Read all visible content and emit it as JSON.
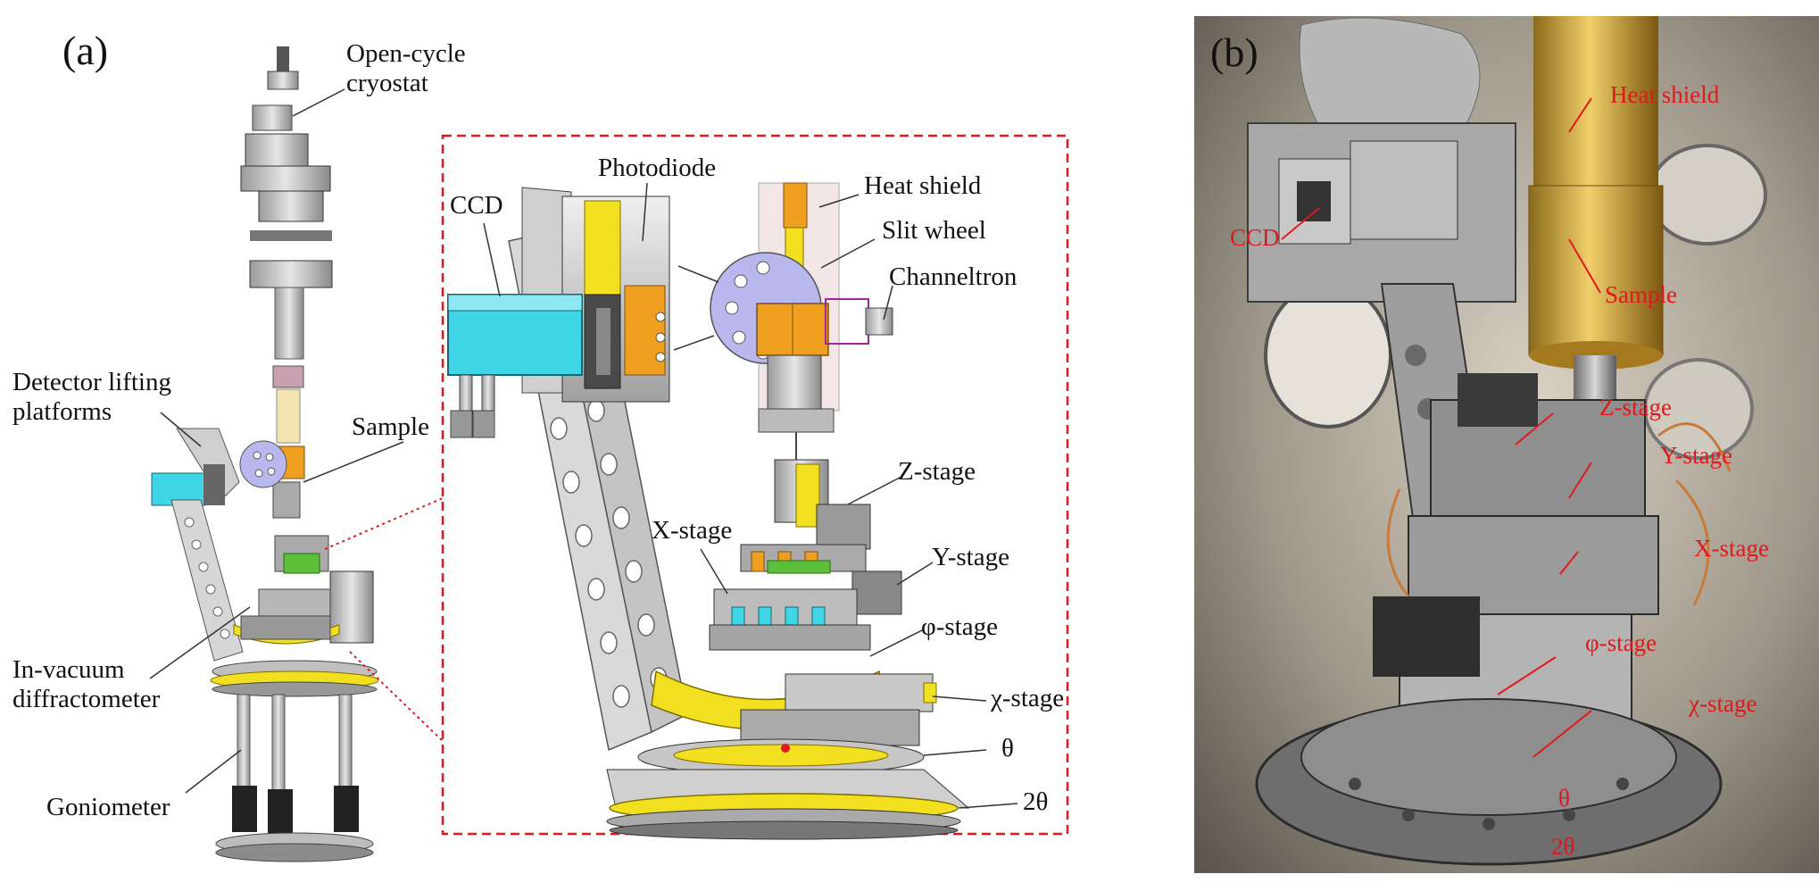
{
  "panel_a": {
    "letter": "(a)",
    "labels": {
      "open_cycle_cryostat": "Open-cycle\ncryostat",
      "detector_lifting_platforms": "Detector lifting\nplatforms",
      "sample": "Sample",
      "in_vacuum_diffractometer": "In-vacuum\ndiffractometer",
      "goniometer": "Goniometer",
      "ccd": "CCD",
      "photodiode": "Photodiode",
      "heat_shield": "Heat shield",
      "slit_wheel": "Slit wheel",
      "channeltron": "Channeltron",
      "z_stage": "Z-stage",
      "x_stage": "X-stage",
      "y_stage": "Y-stage",
      "phi_stage": "φ-stage",
      "chi_stage": "χ-stage",
      "theta": "θ",
      "two_theta": "2θ"
    }
  },
  "panel_b": {
    "letter": "(b)",
    "labels": {
      "heat_shield": "Heat shield",
      "ccd": "CCD",
      "sample": "Sample",
      "z_stage": "Z-stage",
      "y_stage": "Y-stage",
      "x_stage": "X-stage",
      "phi_stage": "φ-stage",
      "chi_stage": "χ-stage",
      "theta": "θ",
      "two_theta": "2θ"
    }
  },
  "colors": {
    "label_text": "#111111",
    "photo_label": "#e0191b",
    "dashed_box": "#e0191b",
    "ccd_cyan": "#3fd6e8",
    "stage_yellow": "#f2e020",
    "sample_orange": "#f0a020",
    "slit_wheel_lilac": "#b8b8ee",
    "gold_shield": "#c89a2a"
  }
}
